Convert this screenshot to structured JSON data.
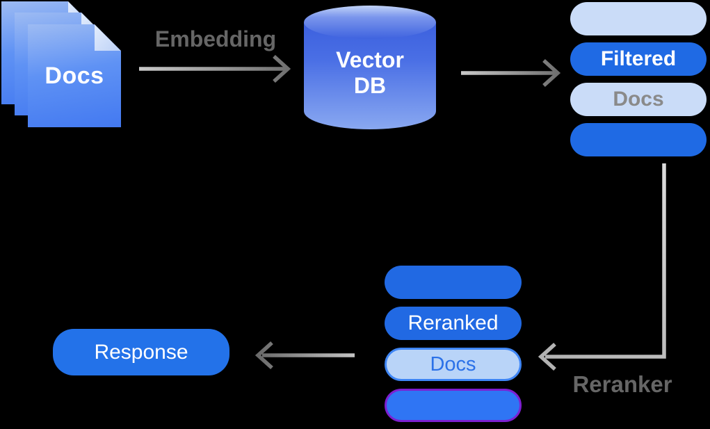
{
  "diagram": {
    "background_color": "#000000",
    "source_docs": {
      "label": "Docs",
      "page_count": 3
    },
    "embedding_step": {
      "label": "Embedding"
    },
    "vector_db": {
      "label_line1": "Vector",
      "label_line2": "DB"
    },
    "filtered_stack": {
      "pills": [
        {
          "label": "",
          "variant": "light"
        },
        {
          "label": "Filtered",
          "variant": "blue"
        },
        {
          "label": "Docs",
          "variant": "light"
        },
        {
          "label": "",
          "variant": "blue"
        }
      ]
    },
    "reranker_step": {
      "label": "Reranker"
    },
    "reranked_stack": {
      "pills": [
        {
          "label": "",
          "variant": "blue"
        },
        {
          "label": "Reranked",
          "variant": "blue"
        },
        {
          "label": "Docs",
          "variant": "light-outlined"
        },
        {
          "label": "",
          "variant": "blue-purple-border"
        }
      ]
    },
    "response": {
      "label": "Response"
    },
    "colors": {
      "pill_blue": "#1f6ae4",
      "pill_light_blue": "#cadcf8",
      "pill_bright_blue": "#2f75f4",
      "purple_border": "#7d20d2",
      "outline_blue": "#3f86f5",
      "doc_gradient_top": "#9dbbf3",
      "doc_gradient_bottom": "#4379f1",
      "cylinder_body_top": "#3c60de",
      "cylinder_body_bottom": "#89a8f1",
      "label_gray": "#666666",
      "muted_text_gray": "#8a8a8a",
      "blue_text": "#2b71e8",
      "white_text": "#ffffff",
      "arrow_gray_light": "#c9c9c9",
      "arrow_gray_dark": "#6f6f6f"
    }
  }
}
